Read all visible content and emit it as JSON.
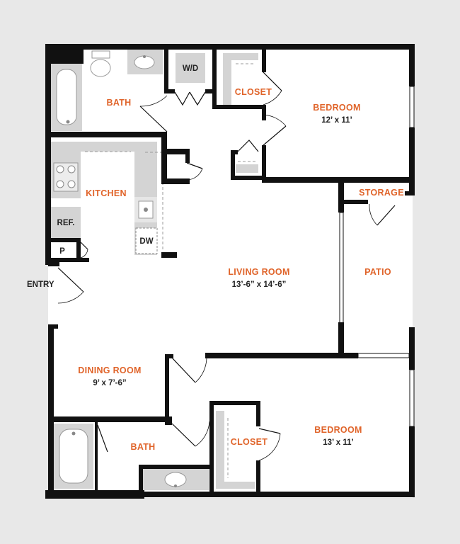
{
  "colors": {
    "room_label": "#e0642a",
    "wall": "#111111",
    "floor": "#ffffff",
    "fixture": "#d4d4d4",
    "background": "#e8e8e8"
  },
  "rooms": {
    "bath_top": {
      "name": "BATH"
    },
    "closet_top": {
      "name": "CLOSET"
    },
    "bedroom_top": {
      "name": "BEDROOM",
      "dims": "12’ x 11’"
    },
    "kitchen": {
      "name": "KITCHEN"
    },
    "storage": {
      "name": "STORAGE"
    },
    "living_room": {
      "name": "LIVING ROOM",
      "dims": "13’-6” x 14’-6”"
    },
    "patio": {
      "name": "PATIO"
    },
    "dining_room": {
      "name": "DINING ROOM",
      "dims": "9’ x 7’-6”"
    },
    "bath_bottom": {
      "name": "BATH"
    },
    "closet_bottom": {
      "name": "CLOSET"
    },
    "bedroom_bottom": {
      "name": "BEDROOM",
      "dims": "13’ x 11’"
    }
  },
  "fixtures": {
    "washer_dryer": "W/D",
    "refrigerator": "REF.",
    "pantry": "P",
    "dishwasher": "DW"
  },
  "labels": {
    "entry": "ENTRY"
  }
}
